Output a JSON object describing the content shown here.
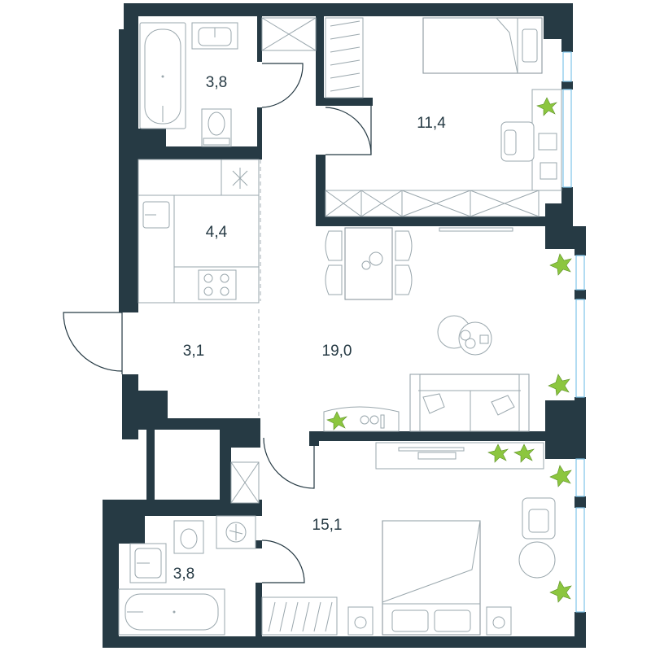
{
  "rooms": [
    {
      "name": "bathroom-top",
      "area": "3,8"
    },
    {
      "name": "kitchen",
      "area": "4,4"
    },
    {
      "name": "bedroom-top",
      "area": "11,4"
    },
    {
      "name": "hallway",
      "area": "3,1"
    },
    {
      "name": "living-room",
      "area": "19,0"
    },
    {
      "name": "bedroom-bottom",
      "area": "15,1"
    },
    {
      "name": "bathroom-bottom",
      "area": "3,8"
    }
  ],
  "colors": {
    "wall": "#263a44",
    "furniture_line": "#9aa7ad",
    "window": "#7fc4e8",
    "plant": "#8cc63f"
  },
  "icons": [
    "bathtub-icon",
    "sink-icon",
    "toilet-icon",
    "stove-icon",
    "bed-icon",
    "sofa-icon",
    "dining-table-icon",
    "wardrobe-icon",
    "desk-icon",
    "armchair-icon",
    "plant-icon",
    "washing-machine-icon",
    "tv-stand-icon"
  ]
}
